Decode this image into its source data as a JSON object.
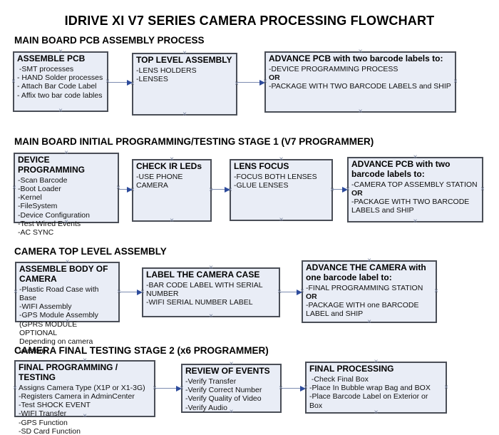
{
  "title": "IDRIVE XI V7 SERIES CAMERA PROCESSING FLOWCHART",
  "icons": {
    "connection_marker": "×"
  },
  "colors": {
    "box_fill": "#e9edf6",
    "box_border": "#4a4e57",
    "arrow_line": "#7d8cb0",
    "arrow_head": "#2d4b9c",
    "marker": "#7b86a0"
  },
  "sections": [
    {
      "heading": "MAIN BOARD PCB ASSEMBLY PROCESS",
      "boxes": [
        {
          "title": "ASSEMBLE PCB",
          "lines": [
            " -SMT processes",
            "- HAND Solder processes",
            "- Attach Bar Code Label",
            "- Affix two bar code lables"
          ]
        },
        {
          "title": "TOP LEVEL ASSEMBLY",
          "lines": [
            "-LENS HOLDERS",
            "-LENSES"
          ]
        },
        {
          "title": "ADVANCE PCB with two barcode labels to:",
          "lines": [
            "-DEVICE PROGRAMMING PROCESS",
            "OR",
            "-PACKAGE WITH TWO BARCODE LABELS and SHIP"
          ]
        }
      ]
    },
    {
      "heading": "MAIN BOARD INITIAL PROGRAMMING/TESTING STAGE 1 (V7 PROGRAMMER)",
      "boxes": [
        {
          "title": "DEVICE PROGRAMMING",
          "lines": [
            "-Scan Barcode",
            "-Boot Loader",
            "-Kernel",
            "-FileSystem",
            "-Device Configuration",
            "-Test Wired Events",
            "-AC SYNC"
          ]
        },
        {
          "title": "CHECK IR LEDs",
          "lines": [
            "-USE PHONE CAMERA"
          ]
        },
        {
          "title": "LENS FOCUS",
          "lines": [
            "-FOCUS BOTH LENSES",
            "-GLUE LENSES"
          ]
        },
        {
          "title": "ADVANCE PCB with two barcode labels to:",
          "lines": [
            "-CAMERA TOP ASSEMBLY STATION",
            "OR",
            "-PACKAGE WITH TWO BARCODE LABELS and SHIP"
          ]
        }
      ]
    },
    {
      "heading": "CAMERA TOP LEVEL ASSEMBLY",
      "boxes": [
        {
          "title": "ASSEMBLE BODY OF CAMERA",
          "lines": [
            "-Plastic Road Case with Base",
            "-WIFI Assembly",
            "-GPS Module Assembly",
            "(GPRS MODULE OPTIONAL",
            "Depending on camera version)"
          ]
        },
        {
          "title": "LABEL THE CAMERA CASE",
          "lines": [
            "-BAR CODE LABEL WITH SERIAL NUMBER",
            "-WIFI SERIAL NUMBER LABEL"
          ]
        },
        {
          "title": "ADVANCE THE CAMERA with one barcode label to:",
          "lines": [
            "-FINAL PROGRAMMING STATION",
            "OR",
            "-PACKAGE WITH one BARCODE LABEL and SHIP"
          ]
        }
      ]
    },
    {
      "heading": "CAMERA FINAL TESTING STAGE 2 (x6 PROGRAMMER)",
      "boxes": [
        {
          "title": "FINAL PROGRAMMING / TESTING",
          "lines": [
            "Assigns Camera Type (X1P or X1-3G)",
            "-Registers Camera in AdminCenter",
            "-Test SHOCK EVENT",
            "-WIFI Transfer",
            "-GPS Function",
            "-SD Card Function"
          ]
        },
        {
          "title": "REVIEW OF EVENTS",
          "lines": [
            "-Verify Transfer",
            "-Verify Correct Number",
            "-Verify Quality of Video",
            "-Verify Audio"
          ]
        },
        {
          "title": "FINAL PROCESSING",
          "lines": [
            " -Check Final Box",
            "-Place In Bubble wrap Bag and BOX",
            "-Place Barcode Label on Exterior or Box"
          ]
        }
      ]
    }
  ]
}
